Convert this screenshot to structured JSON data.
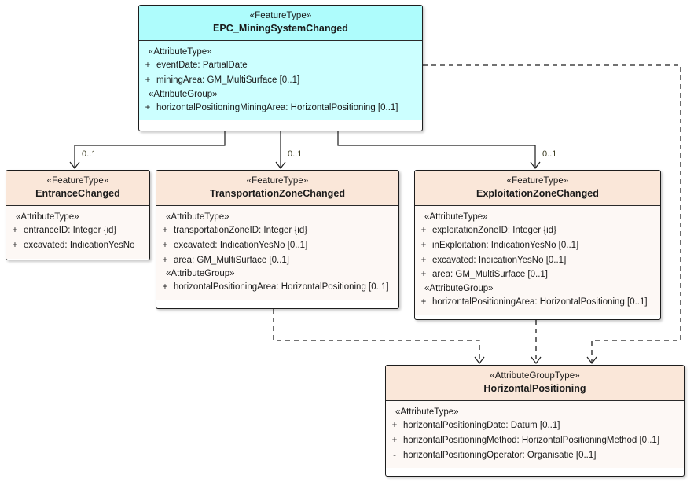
{
  "diagram": {
    "title": "EPC_MiningSystemChanged UML class diagram",
    "colors": {
      "cyan_header": "#aefcfc",
      "cyan_body": "#ccffff",
      "peach_header": "#fae7d9",
      "peach_body": "#fdf8f5",
      "line": "#1d1d1d",
      "background": "#ffffff"
    }
  },
  "classes": {
    "mining_system": {
      "stereotype": "«FeatureType»",
      "name": "EPC_MiningSystemChanged",
      "sections": [
        {
          "group": "«AttributeType»",
          "attributes": [
            {
              "visibility": "+",
              "text": "eventDate: PartialDate"
            },
            {
              "visibility": "+",
              "text": "miningArea: GM_MultiSurface [0..1]"
            }
          ]
        },
        {
          "group": "«AttributeGroup»",
          "attributes": [
            {
              "visibility": "+",
              "text": "horizontalPositioningMiningArea: HorizontalPositioning [0..1]"
            }
          ]
        }
      ]
    },
    "entrance": {
      "stereotype": "«FeatureType»",
      "name": "EntranceChanged",
      "sections": [
        {
          "group": "«AttributeType»",
          "attributes": [
            {
              "visibility": "+",
              "text": "entranceID: Integer {id}"
            },
            {
              "visibility": "+",
              "text": "excavated: IndicationYesNo"
            }
          ]
        }
      ]
    },
    "transportation": {
      "stereotype": "«FeatureType»",
      "name": "TransportationZoneChanged",
      "sections": [
        {
          "group": "«AttributeType»",
          "attributes": [
            {
              "visibility": "+",
              "text": "transportationZoneID: Integer {id}"
            },
            {
              "visibility": "+",
              "text": "excavated: IndicationYesNo [0..1]"
            },
            {
              "visibility": "+",
              "text": "area: GM_MultiSurface [0..1]"
            }
          ]
        },
        {
          "group": "«AttributeGroup»",
          "attributes": [
            {
              "visibility": "+",
              "text": "horizontalPositioningArea: HorizontalPositioning [0..1]"
            }
          ]
        }
      ]
    },
    "exploitation": {
      "stereotype": "«FeatureType»",
      "name": "ExploitationZoneChanged",
      "sections": [
        {
          "group": "«AttributeType»",
          "attributes": [
            {
              "visibility": "+",
              "text": "exploitationZoneID: Integer {id}"
            },
            {
              "visibility": "+",
              "text": "inExploitation: IndicationYesNo [0..1]"
            },
            {
              "visibility": "+",
              "text": "excavated: IndicationYesNo [0..1]"
            },
            {
              "visibility": "+",
              "text": "area: GM_MultiSurface [0..1]"
            }
          ]
        },
        {
          "group": "«AttributeGroup»",
          "attributes": [
            {
              "visibility": "+",
              "text": "horizontalPositioningArea: HorizontalPositioning [0..1]"
            }
          ]
        }
      ]
    },
    "horizontal_positioning": {
      "stereotype": "«AttributeGroupType»",
      "name": "HorizontalPositioning",
      "sections": [
        {
          "group": "«AttributeType»",
          "attributes": [
            {
              "visibility": "+",
              "text": "horizontalPositioningDate: Datum [0..1]"
            },
            {
              "visibility": "+",
              "text": "horizontalPositioningMethod: HorizontalPositioningMethod [0..1]"
            },
            {
              "visibility": "-",
              "text": "horizontalPositioningOperator: Organisatie [0..1]"
            }
          ]
        }
      ]
    }
  },
  "edges": {
    "multiplicities": [
      {
        "label": "0..1",
        "target": "EntranceChanged"
      },
      {
        "label": "0..1",
        "target": "TransportationZoneChanged"
      },
      {
        "label": "0..1",
        "target": "ExploitationZoneChanged"
      }
    ]
  }
}
